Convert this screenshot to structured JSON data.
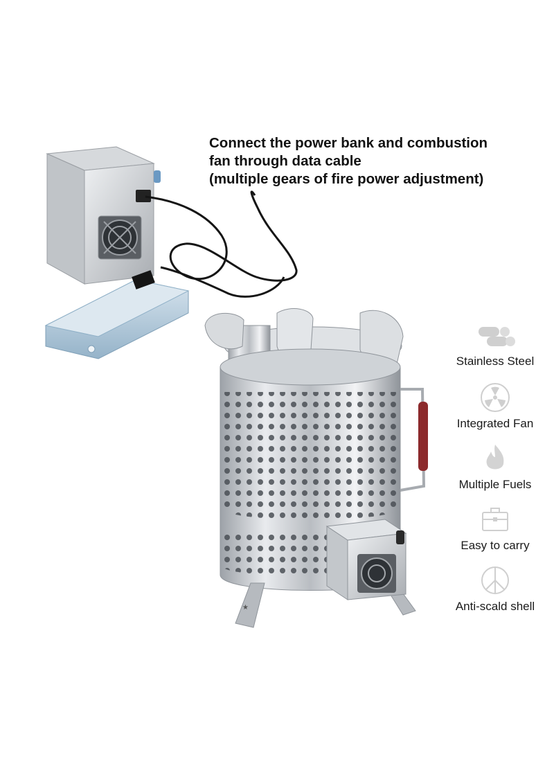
{
  "headline": {
    "line1": "Connect the power bank and combustion",
    "line2": "fan through data cable",
    "line3": "(multiple gears of fire power adjustment)"
  },
  "features": [
    {
      "icon": "steel-pipes-icon",
      "label": "Stainless Steel"
    },
    {
      "icon": "fan-icon",
      "label": "Integrated Fan"
    },
    {
      "icon": "flame-icon",
      "label": "Multiple Fuels"
    },
    {
      "icon": "toolbox-icon",
      "label": "Easy to carry"
    },
    {
      "icon": "peace-icon",
      "label": "Anti-scald shell"
    }
  ],
  "colors": {
    "steel": "#c8cbcf",
    "handle": "#8c2a2c",
    "powerbank": "#b7cfe0",
    "icon_gray": "#c9c9c9"
  }
}
